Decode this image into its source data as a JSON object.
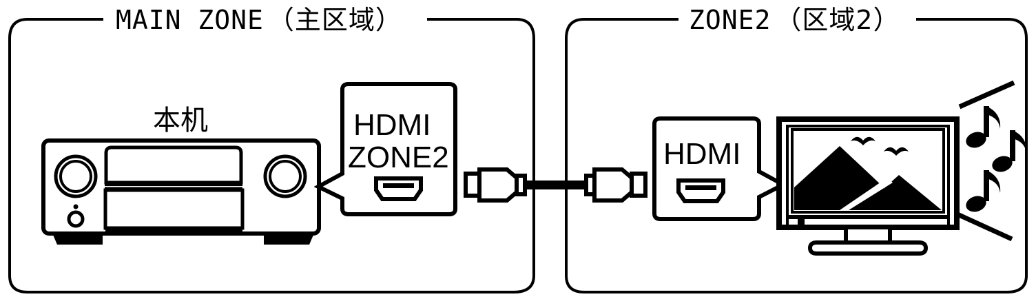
{
  "diagram": {
    "type": "connection-diagram",
    "description": "AV receiver HDMI ZONE2 output connected to a TV in ZONE2 via HDMI cable",
    "background_color": "#ffffff",
    "line_color": "#000000"
  },
  "zones": [
    {
      "id": "main-zone",
      "title_en": "MAIN ZONE",
      "title_cjk": "（主区域）",
      "title_full": "MAIN ZONE（主区域）"
    },
    {
      "id": "zone2",
      "title_en": "ZONE2",
      "title_cjk": "（区域2）",
      "title_full": "ZONE2（区域2）"
    }
  ],
  "devices": {
    "receiver": {
      "label": "本机",
      "name_en": "this unit",
      "knobs": 2,
      "power_button": "power-button",
      "indicator": "led-indicator"
    },
    "television": {
      "name": "tv",
      "screen_content": "mountain-landscape-with-birds",
      "birds": 2,
      "mountains": 2
    }
  },
  "callouts": [
    {
      "id": "receiver-hdmi-zone2",
      "line1": "HDMI",
      "line2": "ZONE2",
      "port_icon": "hdmi-port-icon",
      "pointer": "left"
    },
    {
      "id": "tv-hdmi",
      "line1": "HDMI",
      "line2": "",
      "port_icon": "hdmi-port-icon",
      "pointer": "right"
    }
  ],
  "cable": {
    "name": "hdmi-cable",
    "connectors": 2,
    "type": "HDMI"
  },
  "audio_indicator": {
    "name": "music-notes",
    "notes": 3,
    "sound_lines": 2
  }
}
